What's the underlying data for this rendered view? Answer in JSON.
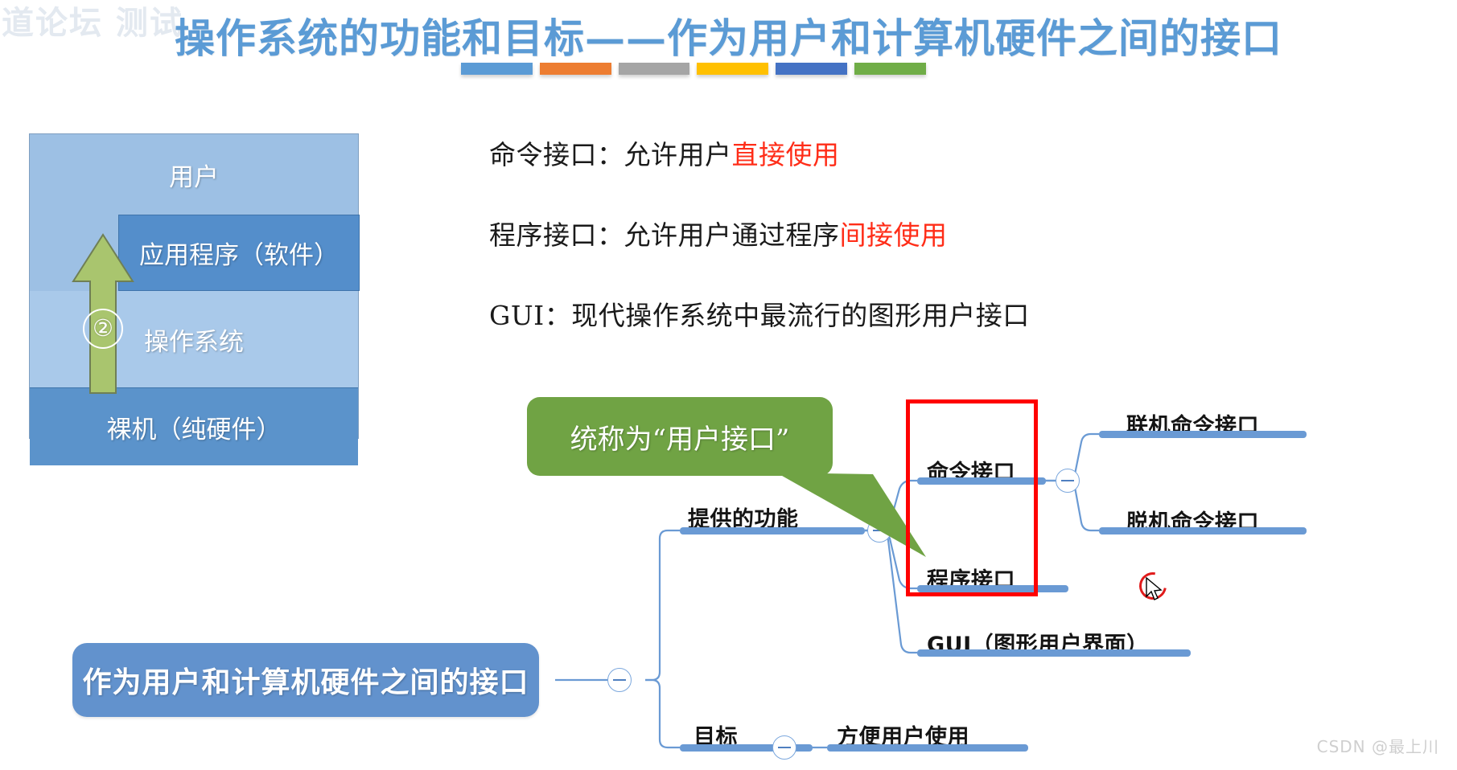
{
  "slide": {
    "title": "操作系统的功能和目标——作为用户和计算机硬件之间的接口",
    "accent_colors": [
      "#5B9BD5",
      "#ED7D31",
      "#A5A5A5",
      "#FFC000",
      "#4472C4",
      "#70AD47"
    ]
  },
  "watermarks": {
    "top_left": "道论坛  测试",
    "bottom_right": "CSDN @最上川"
  },
  "stack_diagram": {
    "layers": [
      {
        "label": "用户",
        "color": "#9dc0e4"
      },
      {
        "label": "应用程序（软件）",
        "color": "#548ecb"
      },
      {
        "label": "操作系统",
        "color": "#a9c9ea"
      },
      {
        "label": "裸机（纯硬件）",
        "color": "#5b93cb"
      }
    ],
    "arrow_number": "②",
    "arrow_color": "#a9c56e"
  },
  "bullets": [
    {
      "lead": "命令接口：允许用户",
      "highlight": "直接使用"
    },
    {
      "lead": "程序接口：允许用户通过程序",
      "highlight": "间接使用"
    },
    {
      "lead": "GUI：现代操作系统中最流行的图形用户接口",
      "highlight": ""
    }
  ],
  "mindmap": {
    "root": "作为用户和计算机硬件之间的接口",
    "callout": "统称为“用户接口”",
    "branch_function": "提供的功能",
    "branch_goal": "目标",
    "goal_child": "方便用户使用",
    "interfaces": [
      "命令接口",
      "程序接口",
      "GUI（图形用户界面）"
    ],
    "command_children": [
      "联机命令接口",
      "脱机命令接口"
    ],
    "highlight_box_color": "#ff0000",
    "node_color": "#6292cd",
    "callout_color": "#70A344",
    "collapse_icon": "minus-circle-icon"
  }
}
